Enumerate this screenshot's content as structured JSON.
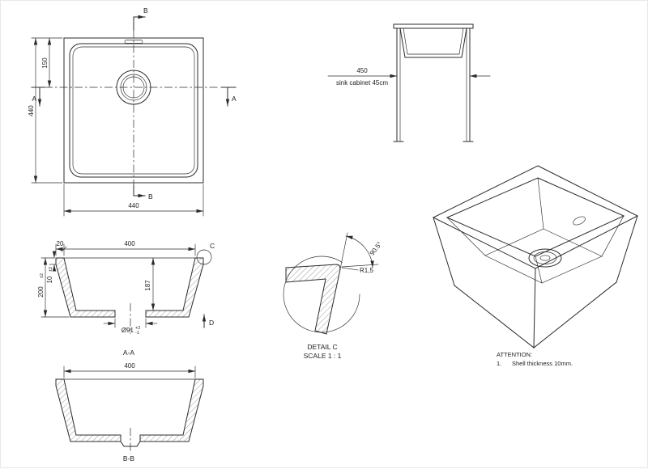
{
  "title": "Undermount sink technical drawing",
  "colors": {
    "line": "#2b2b2b",
    "background": "#ffffff"
  },
  "top_view": {
    "dim_height": "440",
    "dim_width": "440",
    "dim_drain_offset": "150",
    "section_b": "B",
    "section_a": "A"
  },
  "cabinet_view": {
    "dim_width": "450",
    "caption": "sink cabinet 45cm"
  },
  "section_aa": {
    "label": "A-A",
    "dim_rim": "20",
    "dim_inner_width": "400",
    "dim_height": "200",
    "dim_height_tol": "±2",
    "dim_shell": "10",
    "dim_shell_tol": "±2",
    "dim_depth": "187",
    "dim_drain": "Ø91",
    "dim_drain_tol_up": "+2",
    "dim_drain_tol_dn": "-1",
    "detail_label": "C",
    "dir_label": "D"
  },
  "section_bb": {
    "label": "B-B",
    "dim_inner_width": "400"
  },
  "detail_c": {
    "label": "DETAIL C",
    "scale": "SCALE 1 : 1",
    "radius": "R1,5",
    "angle": "90.5°"
  },
  "notes": {
    "attention": "ATTENTION:",
    "item_number": "1.",
    "item_text": "Shell thickness 10mm."
  }
}
